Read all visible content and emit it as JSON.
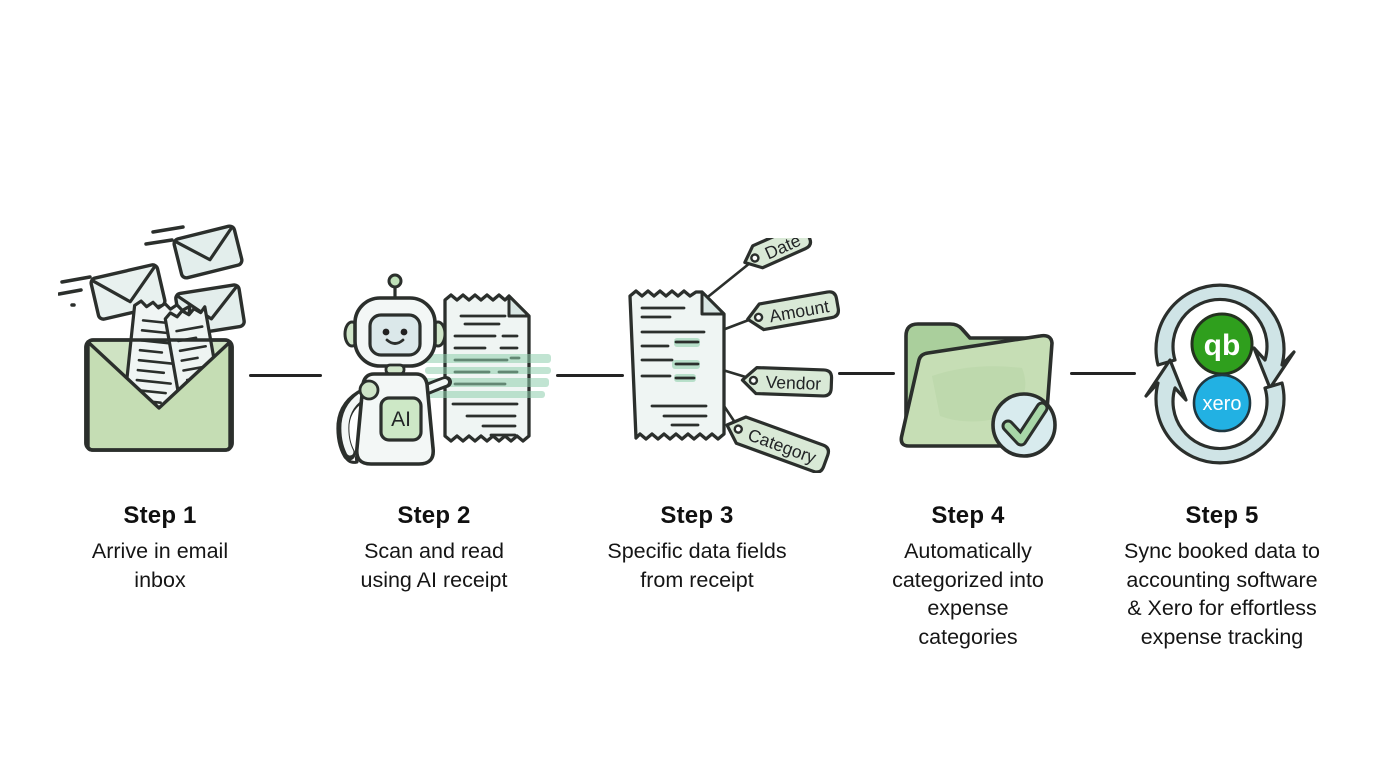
{
  "diagram_title": "receipt-processing-workflow",
  "steps": [
    {
      "title": "Step 1",
      "description_lines": [
        "Arrive in email",
        "inbox"
      ],
      "illustration": "email-inbox"
    },
    {
      "title": "Step 2",
      "description_lines": [
        "Scan and read",
        "using AI receipt"
      ],
      "illustration": "ai-robot-scanning-receipt",
      "badge": "AI"
    },
    {
      "title": "Step 3",
      "description_lines": [
        "Specific data fields",
        "from receipt"
      ],
      "illustration": "receipt-with-data-tags",
      "tags": [
        "Date",
        "Amount",
        "Vendor",
        "Category"
      ]
    },
    {
      "title": "Step 4",
      "description_lines": [
        "Automatically",
        "categorized into",
        "expense",
        "categories"
      ],
      "illustration": "expense-folder-check"
    },
    {
      "title": "Step 5",
      "description_lines": [
        "Sync booked data to",
        "accounting software",
        "& Xero for effortless",
        "expense tracking"
      ],
      "illustration": "sync-accounting-logos",
      "logos": [
        {
          "name": "quickbooks",
          "label": "qb",
          "color": "#2f9f1d"
        },
        {
          "name": "xero",
          "label": "xero",
          "color": "#22b1e3"
        }
      ]
    }
  ],
  "colors": {
    "ink": "#2b2f2c",
    "text": "#151515",
    "envelope_green": "#cfe3c3",
    "envelope_green_dark": "#bcd7ab",
    "paper_blue": "#e3eeec",
    "receipt_paper": "#eff5f3",
    "scan_highlight": "#8fcfae",
    "tag_green": "#d9e9d6",
    "folder_back": "#aacf9c",
    "folder_front": "#c6deb5",
    "check_blue": "#d8ebee",
    "check_green": "#a8d7a8",
    "arrow_blue": "#cfe4e6",
    "quickbooks_green": "#2f9f1d",
    "xero_blue": "#22b1e3"
  }
}
